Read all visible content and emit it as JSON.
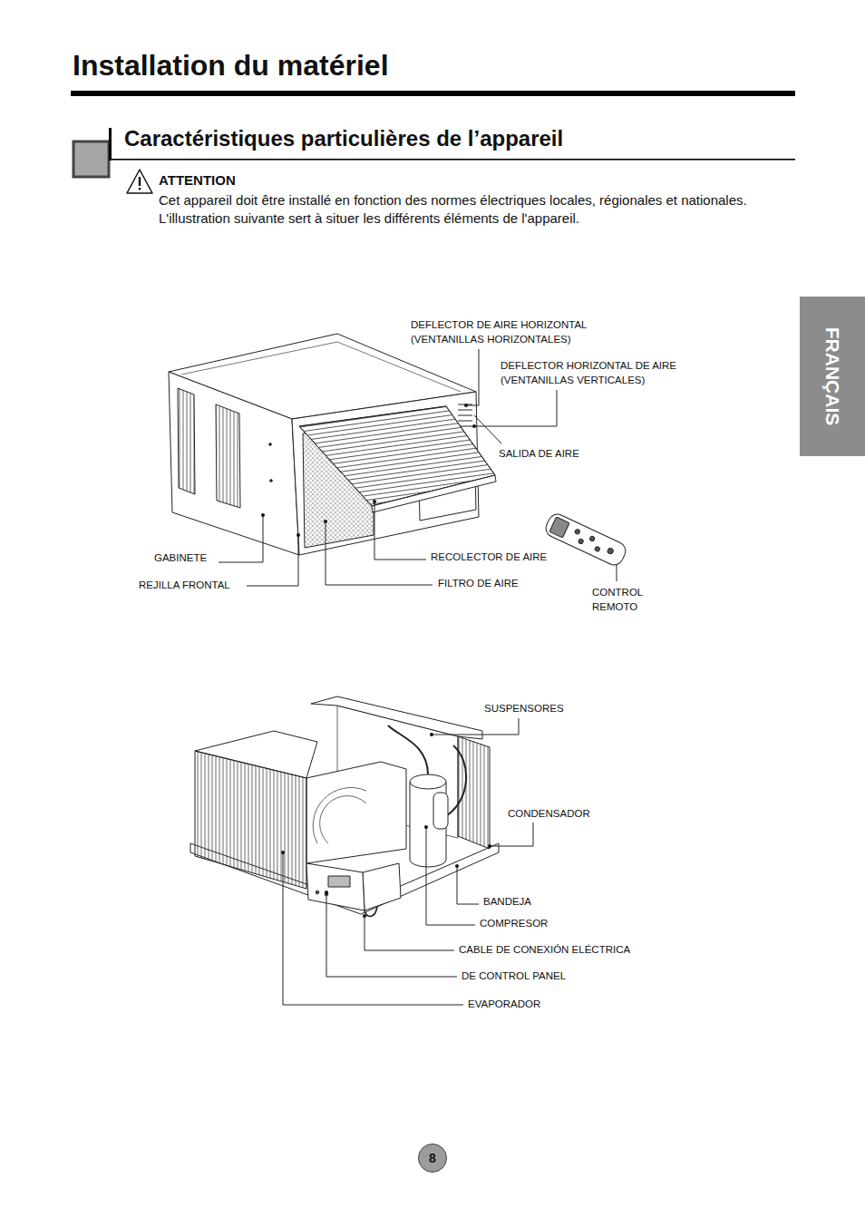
{
  "diagram": {
    "title": "Installation du matériel",
    "nodes": [
      {
        "text": [
          "FRANÇAIS"
        ]
      },
      {
        "text": [
          "8"
        ]
      }
    ],
    "labels": [
      "Caractéristiques particulières de l’appareil",
      "ATTENTION",
      "Cet appareil doit être installé en fonction des normes électriques locales, régionales et nationales. L'illustration suivante sert à situer les différents éléments de l'appareil.",
      "DEFLECTOR DE AIRE HORIZONTAL (VENTANILLAS HORIZONTALES)",
      "DEFLECTOR HORIZONTAL DE AIRE (VENTANILLAS VERTICALES)",
      "SALIDA DE AIRE",
      "GABINETE",
      "RECOLECTOR DE AIRE",
      "REJILLA FRONTAL",
      "FILTRO DE AIRE",
      "CONTROL REMOTO",
      "SUSPENSORES",
      "CONDENSADOR",
      "BANDEJA",
      "COMPRESOR",
      "CABLE DE CONEXIÓN ELÉCTRICA",
      "DE CONTROL PANEL",
      "EVAPORADOR"
    ]
  }
}
